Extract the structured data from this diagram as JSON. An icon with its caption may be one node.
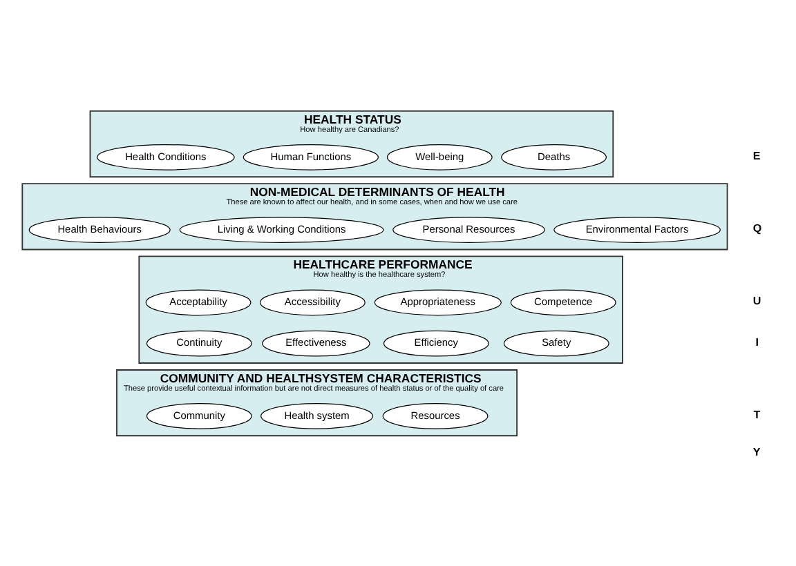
{
  "diagram": {
    "nodes": [
      {
        "text": [
          "HEALTH STATUS",
          "How healthy are Canadians?"
        ]
      },
      {
        "text": [
          "Health Conditions"
        ],
        "in": 0
      },
      {
        "text": [
          "Human Functions"
        ],
        "in": 0
      },
      {
        "text": [
          "Well-being"
        ],
        "in": 0
      },
      {
        "text": [
          "Deaths"
        ],
        "in": 0
      },
      {
        "text": [
          "NON-MEDICAL DETERMINANTS OF HEALTH",
          "These are known to affect our health, and in some cases, when and how we use care"
        ]
      },
      {
        "text": [
          "Health Behaviours"
        ],
        "in": 5
      },
      {
        "text": [
          "Living & Working Conditions"
        ],
        "in": 5
      },
      {
        "text": [
          "Personal Resources"
        ],
        "in": 5
      },
      {
        "text": [
          "Environmental Factors"
        ],
        "in": 5
      },
      {
        "text": [
          "HEALTHCARE PERFORMANCE",
          "How healthy is the healthcare system?"
        ]
      },
      {
        "text": [
          "Acceptability"
        ],
        "in": 10
      },
      {
        "text": [
          "Accessibility"
        ],
        "in": 10
      },
      {
        "text": [
          "Appropriateness"
        ],
        "in": 10
      },
      {
        "text": [
          "Competence"
        ],
        "in": 10
      },
      {
        "text": [
          "Continuity"
        ],
        "in": 10
      },
      {
        "text": [
          "Effectiveness"
        ],
        "in": 10
      },
      {
        "text": [
          "Efficiency"
        ],
        "in": 10
      },
      {
        "text": [
          "Safety"
        ],
        "in": 10
      },
      {
        "text": [
          "COMMUNITY AND HEALTHSYSTEM CHARACTERISTICS",
          "These provide useful contextual information but are not direct measures of health status or of the quality of care"
        ]
      },
      {
        "text": [
          "Community"
        ],
        "in": 19
      },
      {
        "text": [
          "Health system"
        ],
        "in": 19
      },
      {
        "text": [
          "Resources"
        ],
        "in": 19
      }
    ],
    "edges": [],
    "labels": [
      "E",
      "Q",
      "U",
      "I",
      "T",
      "Y"
    ]
  }
}
